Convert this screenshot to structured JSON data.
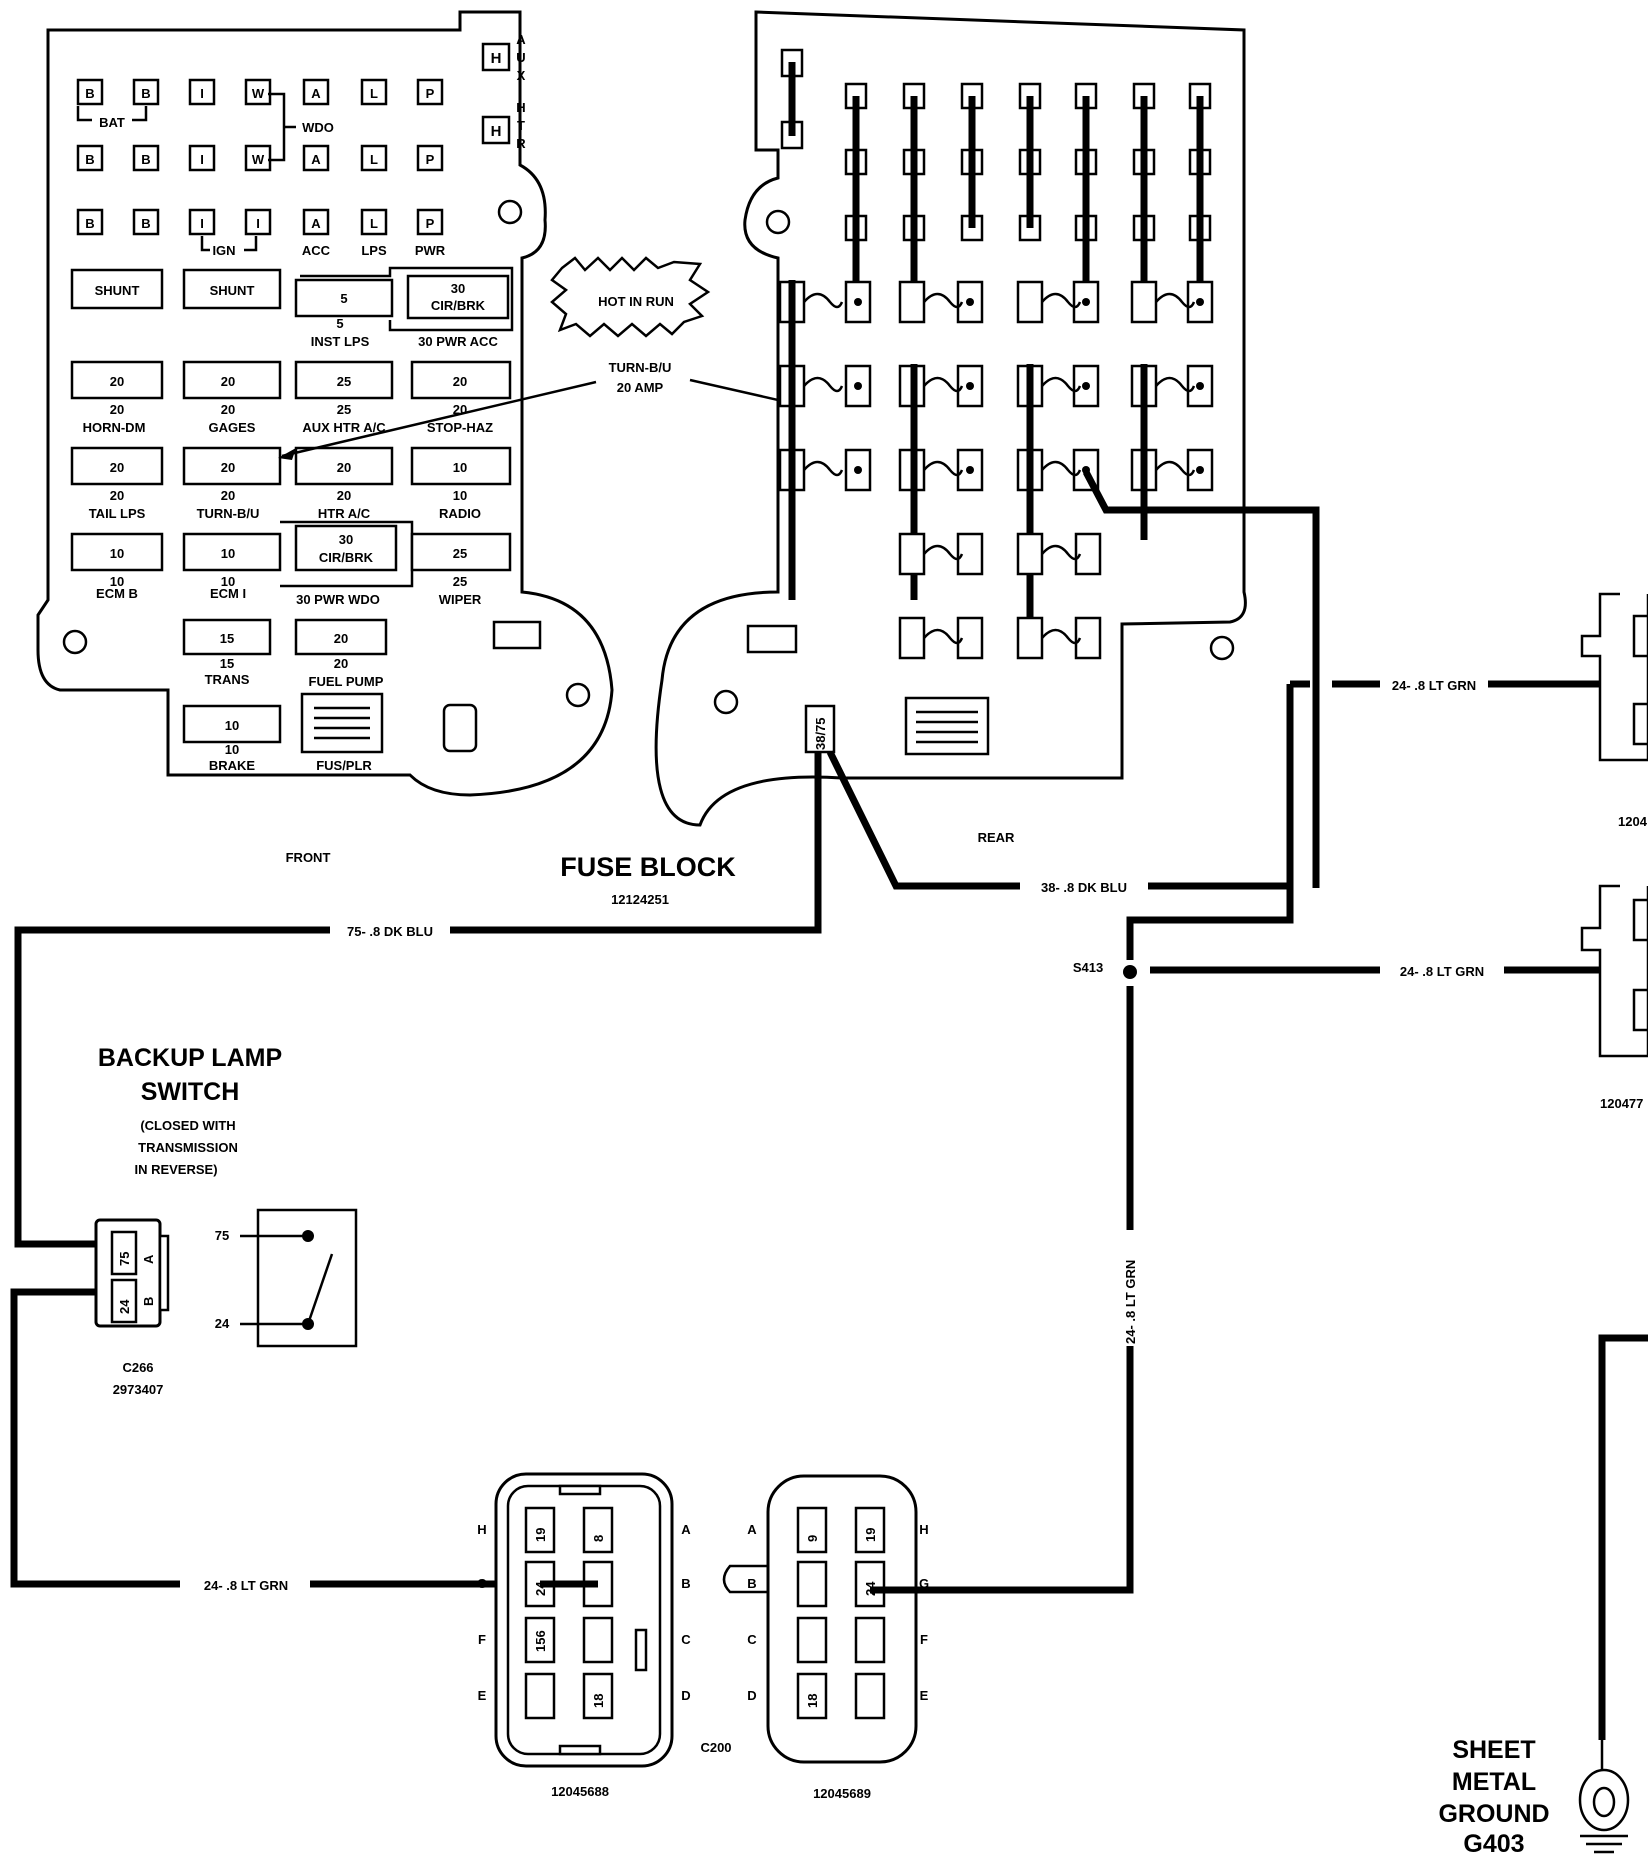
{
  "front": {
    "aux_letters": [
      "A",
      "U",
      "X"
    ],
    "htr_letters": [
      "H",
      "T",
      "R"
    ],
    "h_label": "H",
    "row1": [
      "B",
      "B",
      "I",
      "W",
      "A",
      "L",
      "P"
    ],
    "row2": [
      "B",
      "B",
      "I",
      "W",
      "A",
      "L",
      "P"
    ],
    "row3": [
      "B",
      "B",
      "I",
      "I",
      "A",
      "L",
      "P"
    ],
    "bat": "BAT",
    "wdo": "WDO",
    "ign": "IGN",
    "acc": "ACC",
    "lps": "LPS",
    "pwr": "PWR",
    "shunt": "SHUNT",
    "n5": "5",
    "n10": "10",
    "n15": "15",
    "n20": "20",
    "n25": "25",
    "n30": "30",
    "cir_brk": "CIR/BRK",
    "inst_lps": "INST LPS",
    "pwr_acc": "30 PWR ACC",
    "horn_dm": "HORN-DM",
    "gages": "GAGES",
    "aux_htr_ac": "AUX HTR A/C",
    "stop_haz": "STOP-HAZ",
    "tail_lps": "TAIL LPS",
    "turn_bu": "TURN-B/U",
    "htr_ac": "HTR A/C",
    "radio": "RADIO",
    "ecm_b": "ECM B",
    "ecm_i": "ECM I",
    "pwr_wdo": "30 PWR WDO",
    "wiper": "WIPER",
    "trans": "TRANS",
    "fuel_pump": "FUEL PUMP",
    "brake": "BRAKE",
    "fus_plr": "FUS/PLR",
    "front_label": "FRONT"
  },
  "callout": {
    "hot_in_run": "HOT IN RUN",
    "turn_bu": "TURN-B/U",
    "amp": "20 AMP"
  },
  "fuse_block": {
    "title": "FUSE BLOCK",
    "part": "12124251",
    "rear_label": "REAR",
    "terminal": "38/75"
  },
  "wires": {
    "w38": "38- .8 DK BLU",
    "w75": "75- .8 DK BLU",
    "w24_top": "24- .8 LT GRN",
    "w24_mid": "24- .8 LT GRN",
    "w24_vert": "24- .8 LT GRN",
    "w24_left": "24- .8 LT GRN",
    "s413": "S413"
  },
  "right_parts": {
    "p1": "1204",
    "p2": "120477"
  },
  "backup_switch": {
    "title1": "BACKUP LAMP",
    "title2": "SWITCH",
    "note1": "(CLOSED WITH",
    "note2": "TRANSMISSION",
    "note3": "IN REVERSE)",
    "pin75": "75",
    "pin24": "24",
    "pin_a": "A",
    "pin_b": "B",
    "conn": "C266",
    "part": "2973407"
  },
  "c200": {
    "name": "C200",
    "left_part": "12045688",
    "right_part": "12045689",
    "left_letters": [
      "H",
      "G",
      "F",
      "E"
    ],
    "right_letters": [
      "A",
      "B",
      "C",
      "D"
    ],
    "left_cells": [
      "19",
      "8",
      "24",
      "",
      "156",
      "",
      "",
      "18"
    ],
    "right_cells": [
      "9",
      "19",
      "",
      "24",
      "",
      "",
      "18",
      ""
    ]
  },
  "ground": {
    "l1": "SHEET",
    "l2": "METAL",
    "l3": "GROUND",
    "l4": "G403"
  }
}
